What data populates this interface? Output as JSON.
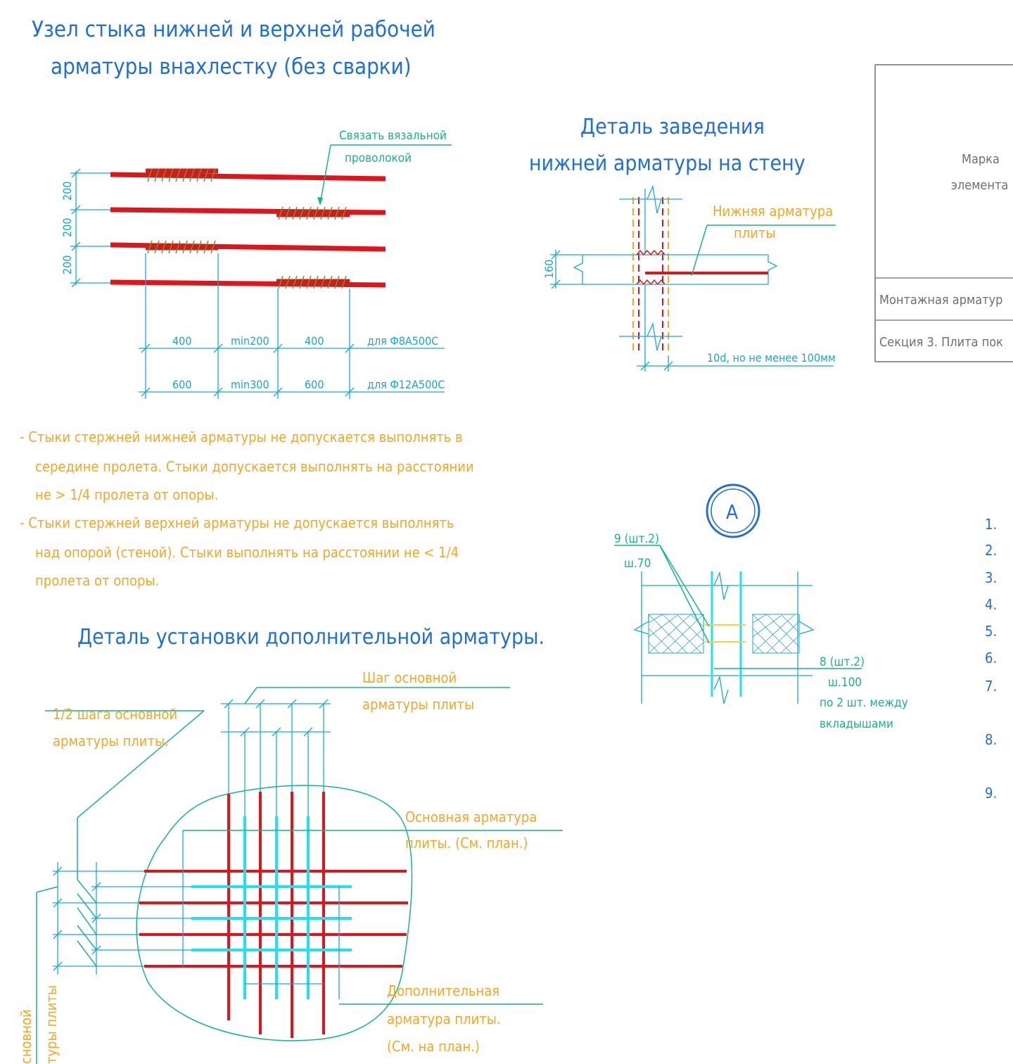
{
  "titles": {
    "lap_joint": [
      "Узел стыка нижней и верхней рабочей",
      "арматуры внахлестку (без сварки)"
    ],
    "wall_detail": [
      "Деталь заведения",
      "нижней арматуры на стену"
    ],
    "extra_rebar": "Деталь установки дополнительной арматуры."
  },
  "lap_joint": {
    "tie_note": [
      "Связать вязальной",
      "проволокой"
    ],
    "spacing_labels": [
      "200",
      "200",
      "200"
    ],
    "row1": {
      "a": "400",
      "b": "min200",
      "c": "400",
      "for": "для Ф8А500С"
    },
    "row2": {
      "a": "600",
      "b": "min300",
      "c": "600",
      "for": "для Ф12А500С"
    }
  },
  "wall_detail": {
    "bottom_rebar": [
      "Нижняя арматура",
      "плиты"
    ],
    "thickness": "160",
    "anchorage": "10d, но не менее 100мм"
  },
  "notes": [
    "- Стыки стержней нижней арматуры не допускается выполнять в",
    "серединe пролета. Стыки допускается выполнять на расстоянии",
    "не > 1/4 пролета от опоры.",
    "- Стыки стержней верхней арматуры не допускается выполнять",
    "над опорой (стеной). Стыки выполнять на расстоянии не < 1/4",
    "пролета от опоры."
  ],
  "section_a": {
    "marker": "А",
    "bar9": [
      "9 (шт.2)",
      "ш.70"
    ],
    "bar8": [
      "8 (шт.2)",
      "ш.100",
      "по 2 шт. между",
      "вкладышами"
    ]
  },
  "extra_rebar": {
    "half_step": [
      "1/2 шага основной",
      "арматуры плиты."
    ],
    "main_step": [
      "Шаг основной",
      "арматуры плиты"
    ],
    "main_rebar": [
      "Основная арматура",
      "плиты. (См. план.)"
    ],
    "add_rebar": [
      "Дополнительная",
      "арматура плиты.",
      "(См. на план.)"
    ],
    "left_vertical": [
      "сновной",
      "туры плиты"
    ]
  },
  "table": {
    "mark": [
      "Марка",
      "элемента"
    ],
    "row1": "Монтажная арматур",
    "row2": "Секция 3. Плита пок"
  },
  "list_numbers": [
    "1.",
    "2.",
    "3.",
    "4.",
    "5.",
    "6.",
    "7.",
    "8.",
    "9."
  ]
}
